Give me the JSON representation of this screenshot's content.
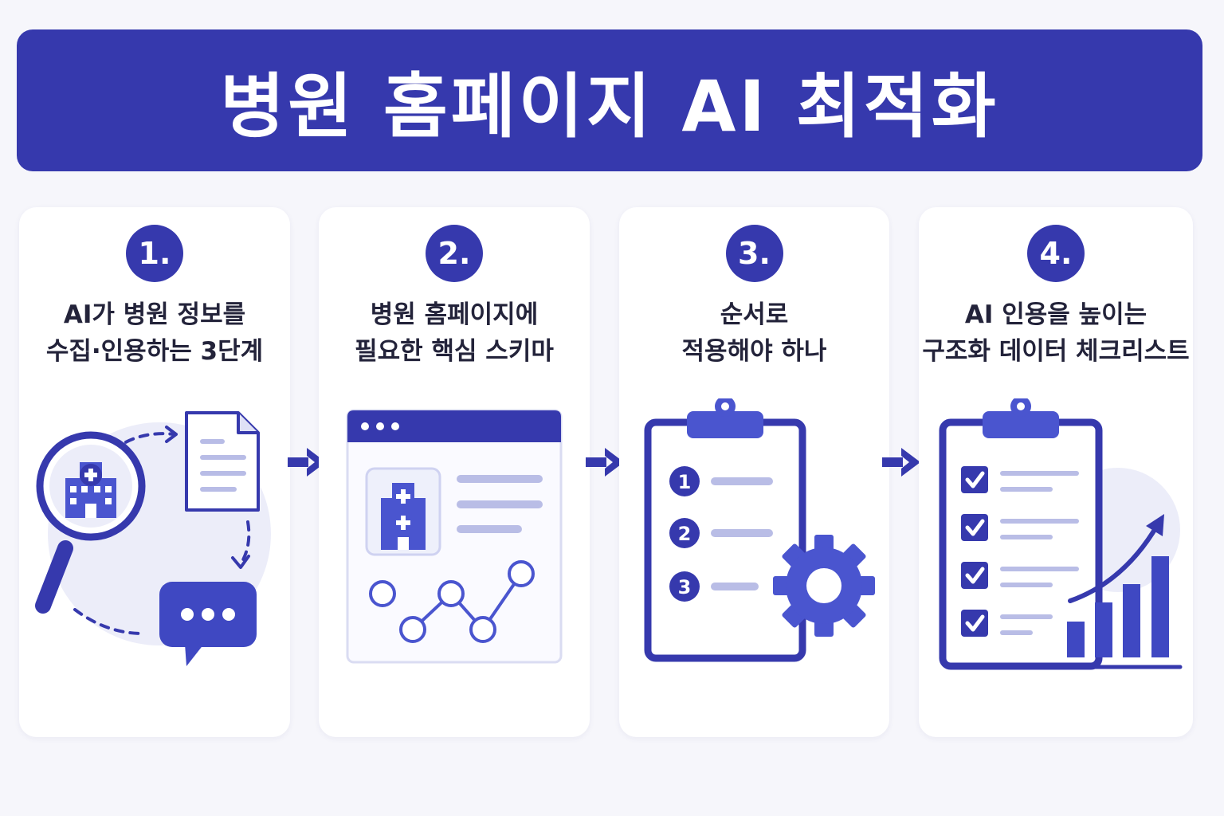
{
  "header": {
    "title": "병원 홈페이지 AI 최적화"
  },
  "steps": [
    {
      "number": "1.",
      "title_line1": "AI가 병원 정보를",
      "title_line2": "수집·인용하는 3단계"
    },
    {
      "number": "2.",
      "title_line1": "병원 홈페이지에",
      "title_line2": "필요한 핵심 스키마"
    },
    {
      "number": "3.",
      "title_line1": "순서로",
      "title_line2": "적용해야 하나"
    },
    {
      "number": "4.",
      "title_line1": "AI 인용을 높이는",
      "title_line2": "구조화 데이터 체크리스트"
    }
  ],
  "step3_list": [
    "1",
    "2",
    "3"
  ],
  "colors": {
    "primary": "#3639ad",
    "accent": "#4a55cf",
    "light": "#ecedf9",
    "text": "#23233a"
  },
  "icons": {
    "step1": [
      "magnifier-hospital-icon",
      "document-icon",
      "chat-bubble-icon",
      "cycle-arrows-icon"
    ],
    "step2": [
      "browser-window-icon",
      "hospital-building-icon",
      "line-graph-icon"
    ],
    "step3": [
      "clipboard-icon",
      "gear-icon"
    ],
    "step4": [
      "clipboard-checklist-icon",
      "bar-chart-icon",
      "trend-arrow-icon"
    ],
    "connector": "arrow-right-icon"
  }
}
